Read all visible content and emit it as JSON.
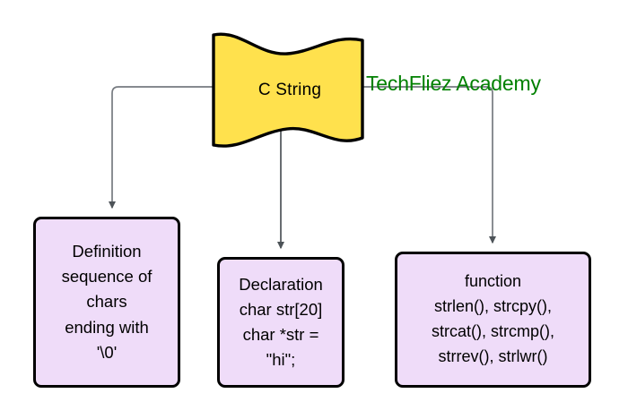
{
  "diagram": {
    "title_node": {
      "label": "C String",
      "shape": "flag-banner",
      "fill_color": "#FFE14D",
      "border_color": "#000000"
    },
    "brand": {
      "text": "TechFliez Academy",
      "color": "#008000"
    },
    "boxes": [
      {
        "id": "definition",
        "heading": "Definition",
        "text": "Definition\nsequence of\nchars\nending with\n'\\0'",
        "fill_color": "#EFDCF9",
        "border_color": "#000000"
      },
      {
        "id": "declaration",
        "heading": "Declaration",
        "text": "Declaration\nchar str[20]\nchar *str =\n\"hi\";",
        "fill_color": "#EFDCF9",
        "border_color": "#000000"
      },
      {
        "id": "function",
        "heading": "function",
        "text": "function\nstrlen(), strcpy(),\nstrcat(), strcmp(),\nstrrev(), strlwr()",
        "fill_color": "#EFDCF9",
        "border_color": "#000000"
      }
    ],
    "connectors": [
      {
        "id": "to-definition",
        "from": "C String",
        "to": "Definition",
        "style": "elbow-left",
        "color": "#4d5358"
      },
      {
        "id": "to-declaration",
        "from": "C String",
        "to": "Declaration",
        "style": "straight-down",
        "color": "#4d5358"
      },
      {
        "id": "to-function",
        "from": "C String",
        "to": "function",
        "style": "elbow-right",
        "color": "#4d5358"
      }
    ]
  }
}
